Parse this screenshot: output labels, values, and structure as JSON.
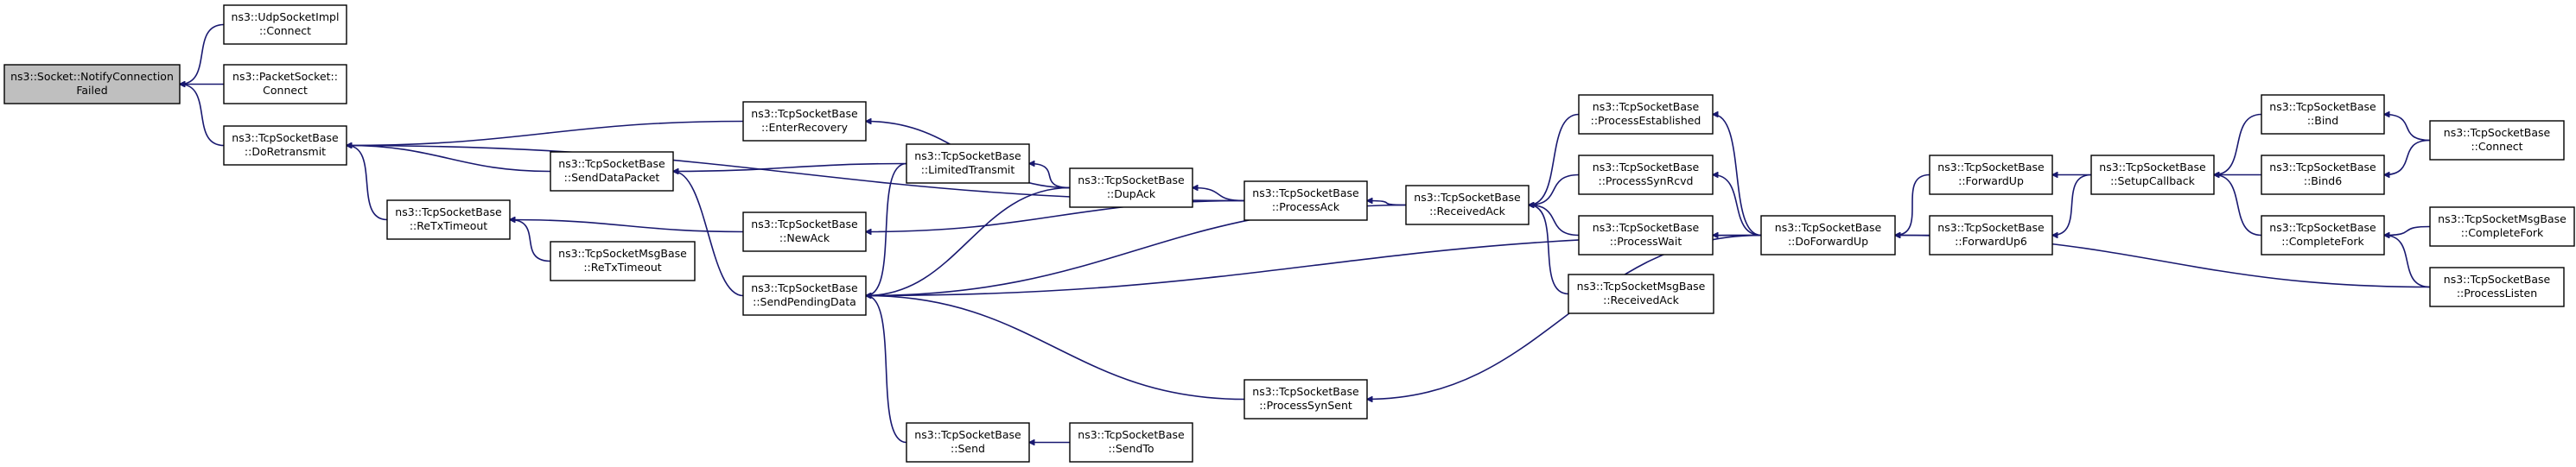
{
  "graph": {
    "edge_color": "#191970",
    "root_fill": "#bfbfbf",
    "nodes": [
      {
        "id": "n0",
        "lines": [
          "ns3::Socket::NotifyConnection",
          "Failed"
        ],
        "root": true
      },
      {
        "id": "n1",
        "lines": [
          "ns3::UdpSocketImpl",
          "::Connect"
        ]
      },
      {
        "id": "n2",
        "lines": [
          "ns3::PacketSocket::",
          "Connect"
        ]
      },
      {
        "id": "n3",
        "lines": [
          "ns3::TcpSocketBase",
          "::DoRetransmit"
        ]
      },
      {
        "id": "n4",
        "lines": [
          "ns3::TcpSocketBase",
          "::ReTxTimeout"
        ]
      },
      {
        "id": "n5",
        "lines": [
          "ns3::TcpSocketBase",
          "::SendDataPacket"
        ]
      },
      {
        "id": "n6",
        "lines": [
          "ns3::TcpSocketMsgBase",
          "::ReTxTimeout"
        ]
      },
      {
        "id": "n7",
        "lines": [
          "ns3::TcpSocketBase",
          "::EnterRecovery"
        ]
      },
      {
        "id": "n8",
        "lines": [
          "ns3::TcpSocketBase",
          "::NewAck"
        ]
      },
      {
        "id": "n9",
        "lines": [
          "ns3::TcpSocketBase",
          "::SendPendingData"
        ]
      },
      {
        "id": "n10",
        "lines": [
          "ns3::TcpSocketBase",
          "::Send"
        ]
      },
      {
        "id": "n11",
        "lines": [
          "ns3::TcpSocketBase",
          "::LimitedTransmit"
        ]
      },
      {
        "id": "n12",
        "lines": [
          "ns3::TcpSocketBase",
          "::DupAck"
        ]
      },
      {
        "id": "n13",
        "lines": [
          "ns3::TcpSocketBase",
          "::SendTo"
        ]
      },
      {
        "id": "n14",
        "lines": [
          "ns3::TcpSocketBase",
          "::ProcessAck"
        ]
      },
      {
        "id": "n15",
        "lines": [
          "ns3::TcpSocketBase",
          "::ProcessSynSent"
        ]
      },
      {
        "id": "n16",
        "lines": [
          "ns3::TcpSocketBase",
          "::ReceivedAck"
        ]
      },
      {
        "id": "n17",
        "lines": [
          "ns3::TcpSocketBase",
          "::ProcessEstablished"
        ]
      },
      {
        "id": "n18",
        "lines": [
          "ns3::TcpSocketBase",
          "::ProcessSynRcvd"
        ]
      },
      {
        "id": "n19",
        "lines": [
          "ns3::TcpSocketBase",
          "::ProcessWait"
        ]
      },
      {
        "id": "n20",
        "lines": [
          "ns3::TcpSocketMsgBase",
          "::ReceivedAck"
        ]
      },
      {
        "id": "n21",
        "lines": [
          "ns3::TcpSocketBase",
          "::DoForwardUp"
        ]
      },
      {
        "id": "n22",
        "lines": [
          "ns3::TcpSocketBase",
          "::ForwardUp"
        ]
      },
      {
        "id": "n23",
        "lines": [
          "ns3::TcpSocketBase",
          "::ForwardUp6"
        ]
      },
      {
        "id": "n24",
        "lines": [
          "ns3::TcpSocketBase",
          "::SetupCallback"
        ]
      },
      {
        "id": "n25",
        "lines": [
          "ns3::TcpSocketBase",
          "::Bind"
        ]
      },
      {
        "id": "n26",
        "lines": [
          "ns3::TcpSocketBase",
          "::Bind6"
        ]
      },
      {
        "id": "n27",
        "lines": [
          "ns3::TcpSocketBase",
          "::CompleteFork"
        ]
      },
      {
        "id": "n28",
        "lines": [
          "ns3::TcpSocketBase",
          "::Connect"
        ]
      },
      {
        "id": "n29",
        "lines": [
          "ns3::TcpSocketMsgBase",
          "::CompleteFork"
        ]
      },
      {
        "id": "n30",
        "lines": [
          "ns3::TcpSocketBase",
          "::ProcessListen"
        ]
      }
    ],
    "edges": [
      [
        "n1",
        "n0"
      ],
      [
        "n2",
        "n0"
      ],
      [
        "n3",
        "n0"
      ],
      [
        "n4",
        "n3"
      ],
      [
        "n5",
        "n3"
      ],
      [
        "n7",
        "n3"
      ],
      [
        "n14",
        "n3"
      ],
      [
        "n6",
        "n4"
      ],
      [
        "n8",
        "n4"
      ],
      [
        "n9",
        "n5"
      ],
      [
        "n11",
        "n5"
      ],
      [
        "n12",
        "n7"
      ],
      [
        "n14",
        "n8"
      ],
      [
        "n10",
        "n9"
      ],
      [
        "n11",
        "n9"
      ],
      [
        "n12",
        "n9"
      ],
      [
        "n16",
        "n9"
      ],
      [
        "n15",
        "n9"
      ],
      [
        "n21",
        "n9"
      ],
      [
        "n12",
        "n11"
      ],
      [
        "n14",
        "n12"
      ],
      [
        "n13",
        "n10"
      ],
      [
        "n16",
        "n14"
      ],
      [
        "n21",
        "n15"
      ],
      [
        "n17",
        "n16"
      ],
      [
        "n18",
        "n16"
      ],
      [
        "n19",
        "n16"
      ],
      [
        "n20",
        "n16"
      ],
      [
        "n21",
        "n17"
      ],
      [
        "n21",
        "n18"
      ],
      [
        "n21",
        "n19"
      ],
      [
        "n22",
        "n21"
      ],
      [
        "n23",
        "n21"
      ],
      [
        "n30",
        "n21"
      ],
      [
        "n24",
        "n22"
      ],
      [
        "n24",
        "n23"
      ],
      [
        "n25",
        "n24"
      ],
      [
        "n26",
        "n24"
      ],
      [
        "n27",
        "n24"
      ],
      [
        "n28",
        "n25"
      ],
      [
        "n28",
        "n26"
      ],
      [
        "n29",
        "n27"
      ],
      [
        "n30",
        "n27"
      ]
    ]
  }
}
